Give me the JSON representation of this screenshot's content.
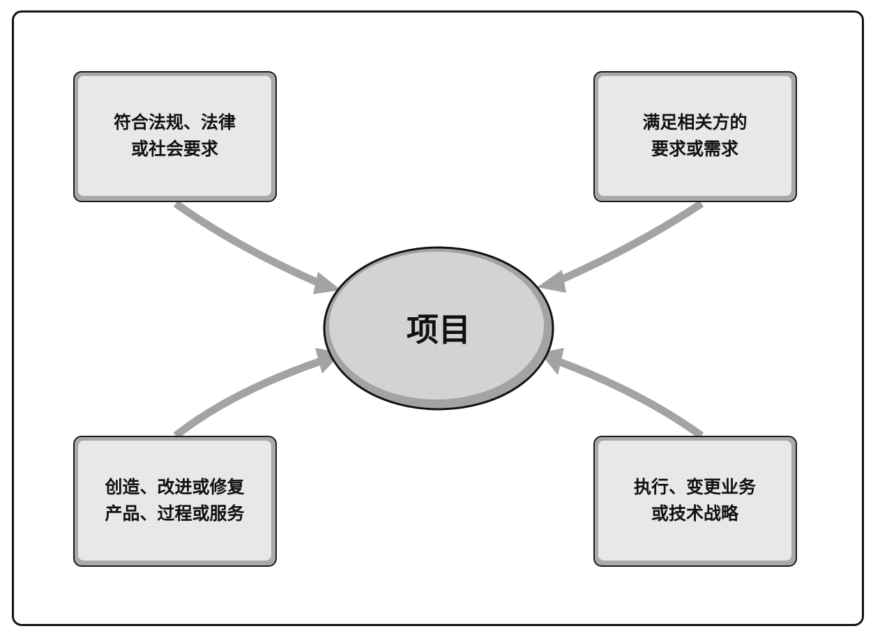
{
  "center": {
    "label": "项目"
  },
  "boxes": {
    "top_left": {
      "line1": "符合法规、法律",
      "line2": "或社会要求"
    },
    "top_right": {
      "line1": "满足相关方的",
      "line2": "要求或需求"
    },
    "bottom_left": {
      "line1": "创造、改进或修复",
      "line2": "产品、过程或服务"
    },
    "bottom_right": {
      "line1": "执行、变更业务",
      "line2": "或技术战略"
    }
  },
  "colors": {
    "arrow": "#a3a3a3",
    "box_fill": "#e8e8e8",
    "box_shade": "#a9a9a9",
    "ellipse_fill": "#d3d3d3",
    "ellipse_shade": "#a3a3a3",
    "outline": "#111111"
  }
}
